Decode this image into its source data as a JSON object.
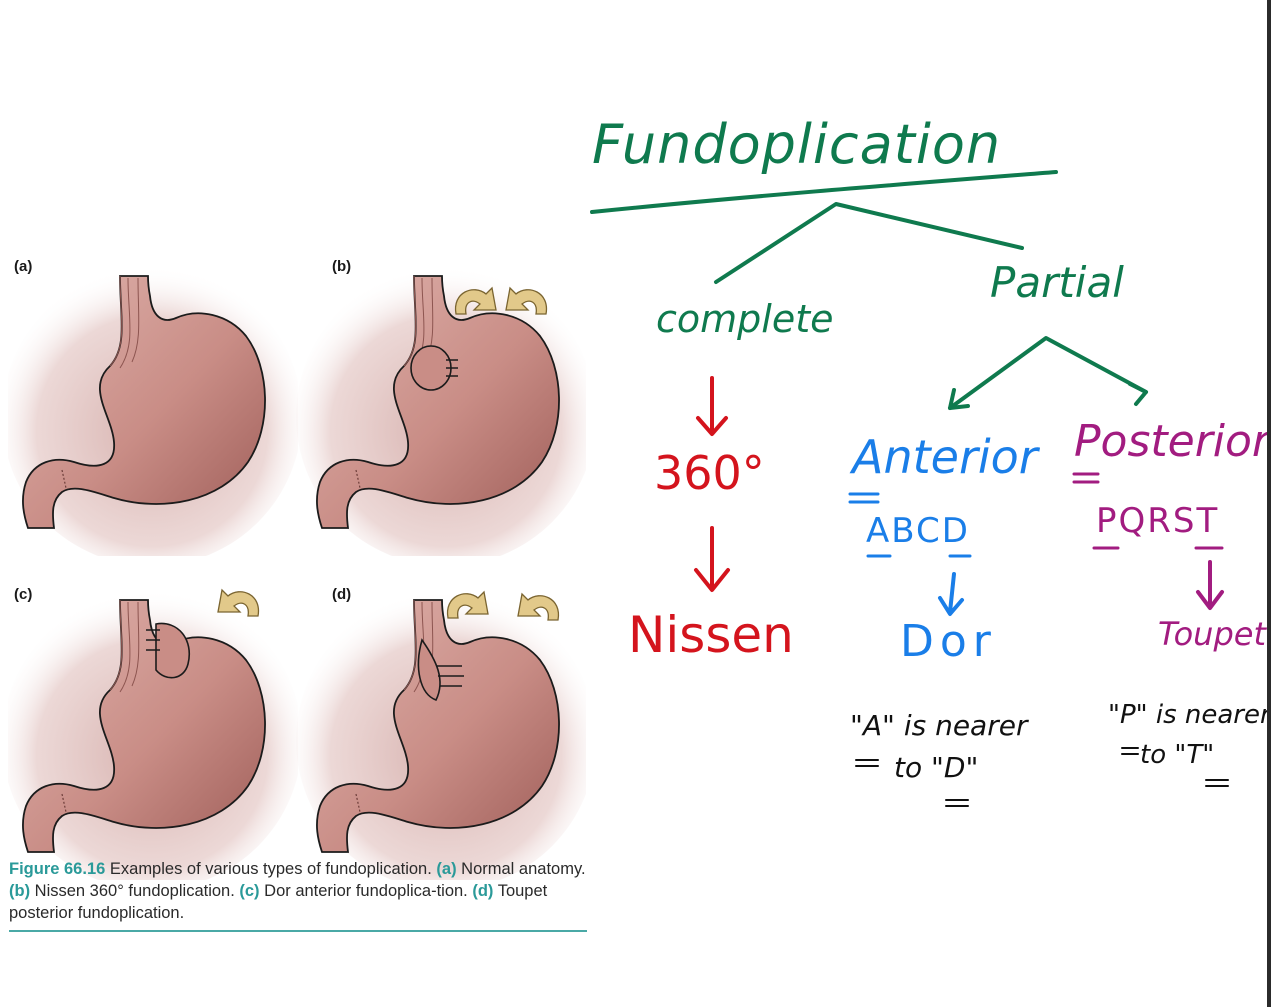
{
  "figure": {
    "panels": [
      {
        "label": "(a)",
        "arrows": 0
      },
      {
        "label": "(b)",
        "arrows": 2
      },
      {
        "label": "(c)",
        "arrows": 1
      },
      {
        "label": "(d)",
        "arrows": 2
      }
    ],
    "caption": {
      "figure_number": "Figure 66.16",
      "text_1": " Examples of various types of fundoplication. ",
      "tag_a": "(a)",
      "text_2": " Normal anatomy. ",
      "tag_b": "(b)",
      "text_3": " Nissen 360° fundoplication. ",
      "tag_c": "(c)",
      "text_4": " Dor anterior fundoplica-tion. ",
      "tag_d": "(d)",
      "text_5": " Toupet posterior fundoplication."
    }
  },
  "notes": {
    "title": "Fundoplication",
    "complete": {
      "label": "complete",
      "degrees": "360°",
      "name": "Nissen"
    },
    "partial": {
      "label": "Partial",
      "anterior": {
        "label": "Anterior",
        "letters": "ABCD",
        "name": "Dor",
        "mnemonic_line1": "\"A\" is nearer",
        "mnemonic_line2": "to \"D\""
      },
      "posterior": {
        "label": "Posterior",
        "letters": "PQRST",
        "name": "Toupet",
        "mnemonic_line1": "\"P\" is nearer",
        "mnemonic_line2": "to \"T\""
      }
    },
    "colors": {
      "green": "#0f7a4e",
      "red": "#d4141d",
      "blue": "#1a7ee8",
      "purple": "#a21c80",
      "caption_teal": "#2a9a99",
      "stomach": "#c98d86"
    }
  }
}
